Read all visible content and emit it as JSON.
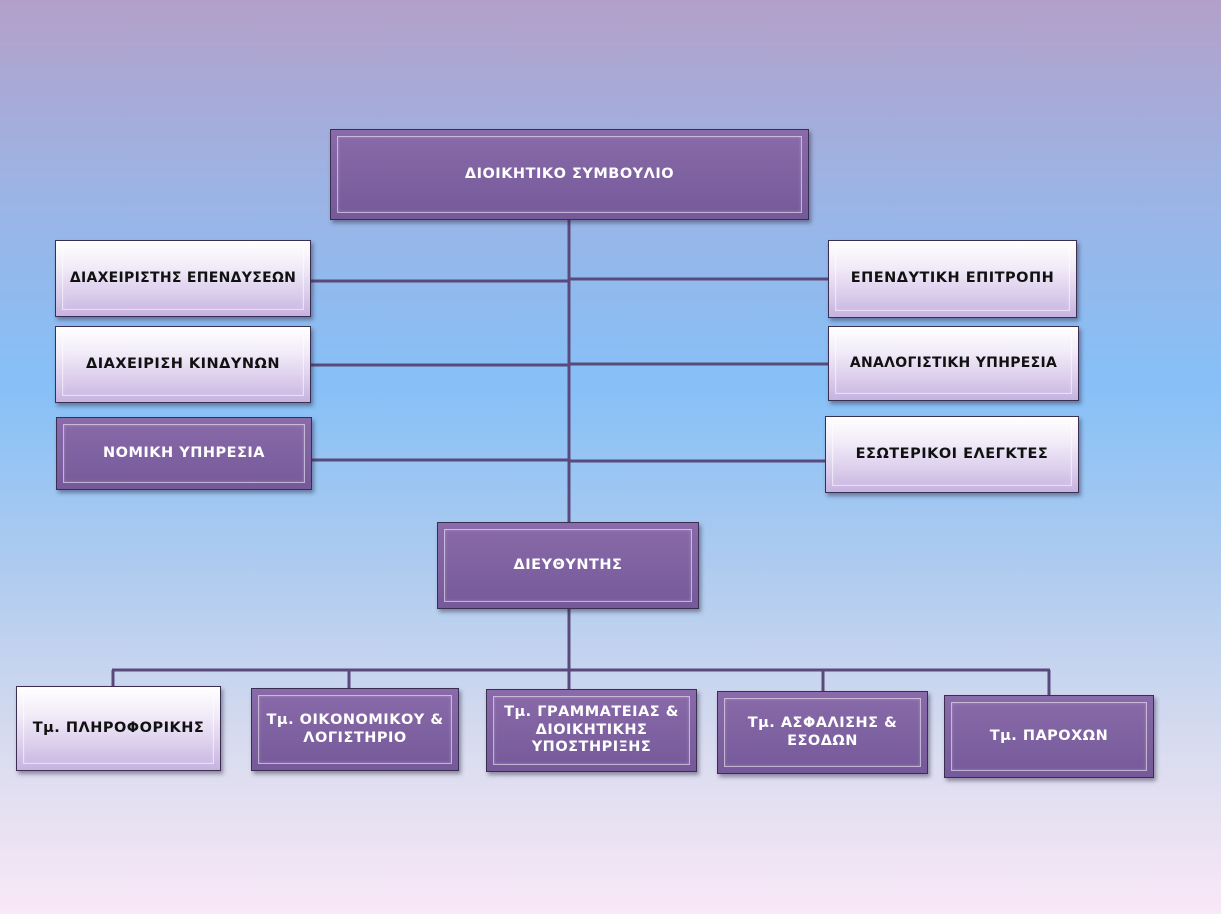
{
  "chart": {
    "board": "ΔΙΟΙΚΗΤΙΚΟ ΣΥΜΒΟΥΛΙΟ",
    "left_units": [
      "ΔΙΑΧΕΙΡΙΣΤΗΣ ΕΠΕΝΔΥΣΕΩΝ",
      "ΔΙΑΧΕΙΡΙΣΗ ΚΙΝΔΥΝΩΝ",
      "ΝΟΜΙΚΗ ΥΠΗΡΕΣΙΑ"
    ],
    "right_units": [
      "ΕΠΕΝΔΥΤΙΚΗ ΕΠΙΤΡΟΠΗ",
      "ΑΝΑΛΟΓΙΣΤΙΚΗ ΥΠΗΡΕΣΙΑ",
      "ΕΣΩΤΕΡΙΚΟΙ ΕΛΕΓΚΤΕΣ"
    ],
    "director": "ΔΙΕΥΘΥΝΤΗΣ",
    "departments": [
      "Τμ. ΠΛΗΡΟΦΟΡΙΚΗΣ",
      "Τμ. ΟΙΚΟΝΟΜΙΚΟΥ & ΛΟΓΙΣΤΗΡΙΟ",
      "Τμ. ΓΡΑΜΜΑΤΕΙΑΣ & ΔΙΟΙΚΗΤΙΚΗΣ ΥΠΟΣΤΗΡΙΞΗΣ",
      "Τμ. ΑΣΦΑΛΙΣΗΣ & ΕΣΟΔΩΝ",
      "Τμ. ΠΑΡΟΧΩΝ"
    ]
  },
  "colors": {
    "dark_box": "#7f62a1",
    "light_box": "#d8c9ea",
    "connector": "#5a4a7c"
  }
}
